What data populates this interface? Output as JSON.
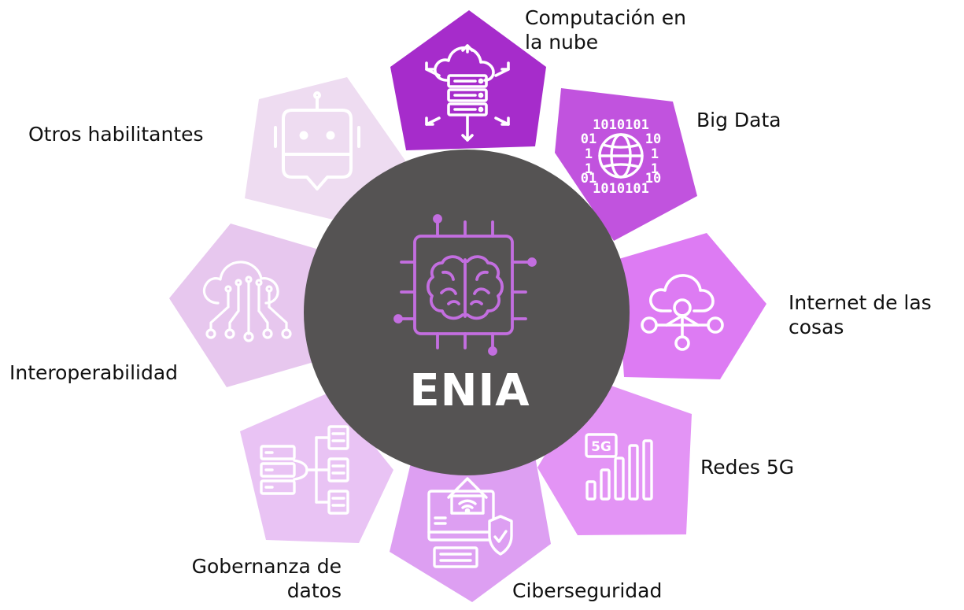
{
  "center": {
    "title": "ENIA",
    "icon": "ai-brain-chip-icon",
    "circle_color": "#555353",
    "icon_color": "#c36ee0"
  },
  "items": [
    {
      "key": "computacion",
      "name": "cloud-computing",
      "icon": "cloud-server-icon",
      "color": "#a62ccb",
      "lines": [
        "Computación en",
        "la nube"
      ]
    },
    {
      "key": "bigdata",
      "name": "big-data",
      "icon": "binary-globe-icon",
      "color": "#c153de",
      "lines": [
        "Big Data"
      ]
    },
    {
      "key": "iot",
      "name": "internet-of-things",
      "icon": "cloud-network-icon",
      "color": "#dd7bf3",
      "lines": [
        "Internet de las",
        "cosas"
      ]
    },
    {
      "key": "redes5g",
      "name": "5g-networks",
      "icon": "signal-5g-icon",
      "color": "#e394f5",
      "lines": [
        "Redes 5G"
      ]
    },
    {
      "key": "ciber",
      "name": "cybersecurity",
      "icon": "secure-computer-shield-icon",
      "color": "#dd9ff2",
      "lines": [
        "Ciberseguridad"
      ]
    },
    {
      "key": "gobernanza",
      "name": "data-governance",
      "icon": "server-data-tree-icon",
      "color": "#e9c3f4",
      "lines": [
        "Gobernanza de",
        "datos"
      ]
    },
    {
      "key": "interop",
      "name": "interoperability",
      "icon": "cloud-circuit-icon",
      "color": "#e7c7ee",
      "lines": [
        "Interoperabilidad"
      ]
    },
    {
      "key": "otros",
      "name": "other-enablers",
      "icon": "robot-chat-icon",
      "color": "#eedcf1",
      "lines": [
        "Otros habilitantes"
      ]
    }
  ]
}
